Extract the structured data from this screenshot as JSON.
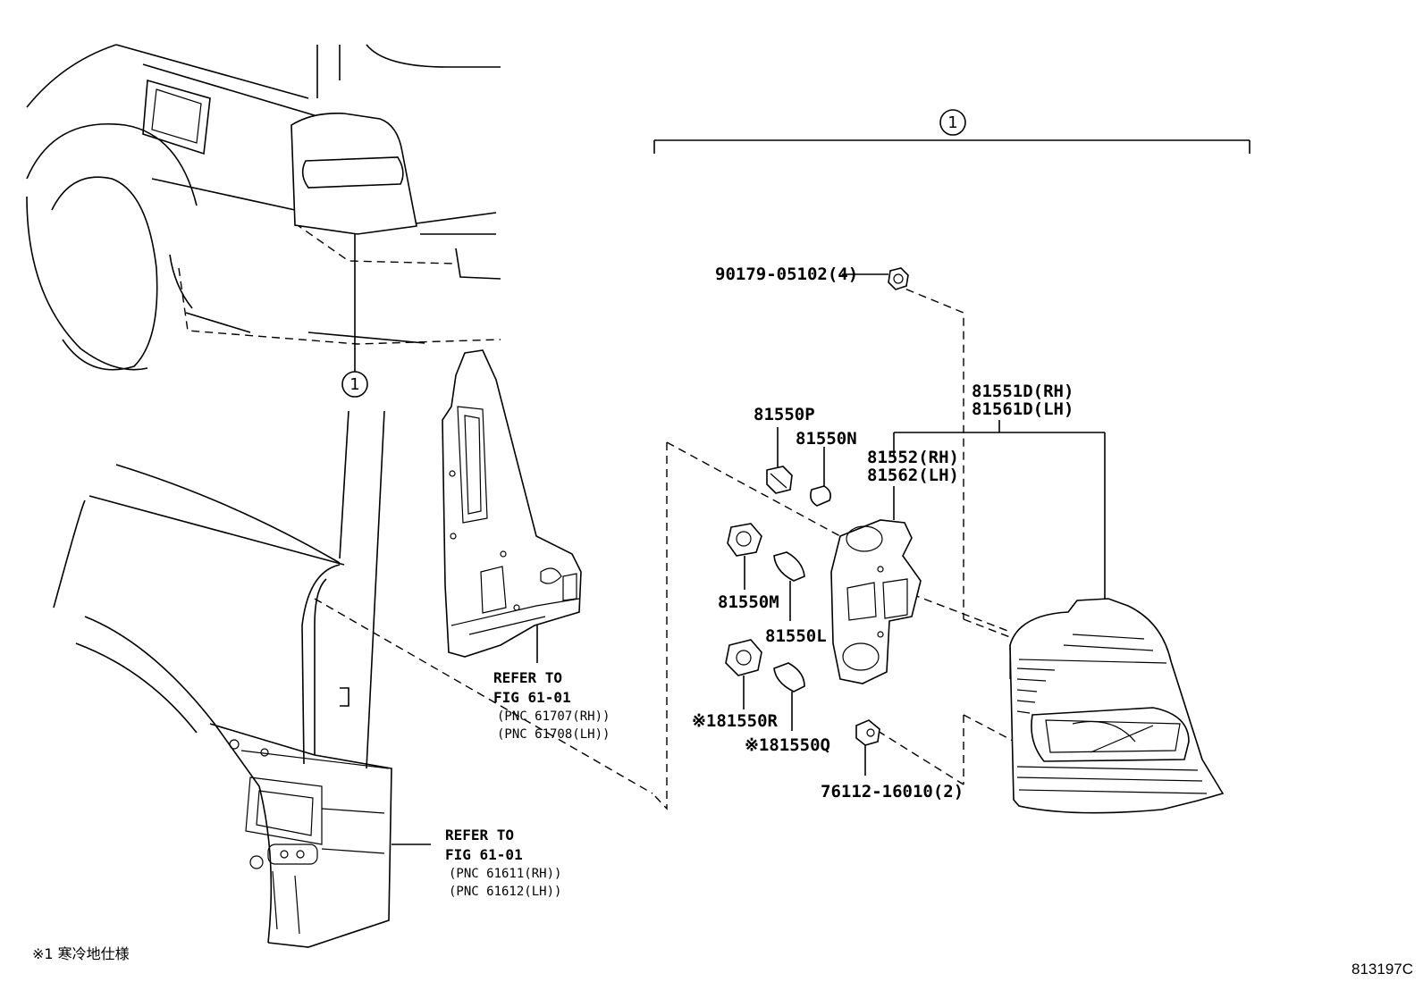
{
  "callout": "1",
  "parts": {
    "nut": "90179-05102(4)",
    "lamp_rh": "81551D(RH)",
    "lamp_lh": "81561D(LH)",
    "sock_p": "81550P",
    "bulb_n": "81550N",
    "gasket_rh": "81552(RH)",
    "gasket_lh": "81562(LH)",
    "sock_m": "81550M",
    "bulb_l": "81550L",
    "sock_r": "※181550R",
    "bulb_q": "※181550Q",
    "clip": "76112-16010(2)"
  },
  "refs": [
    {
      "title": "REFER TO",
      "fig": "FIG 61-01",
      "pnc1": "(PNC 61707(RH))",
      "pnc2": "(PNC 61708(LH))"
    },
    {
      "title": "REFER TO",
      "fig": "FIG 61-01",
      "pnc1": "(PNC 61611(RH))",
      "pnc2": "(PNC 61612(LH))"
    }
  ],
  "footnote": "※1 寒冷地仕様",
  "diagram_code": "813197C"
}
